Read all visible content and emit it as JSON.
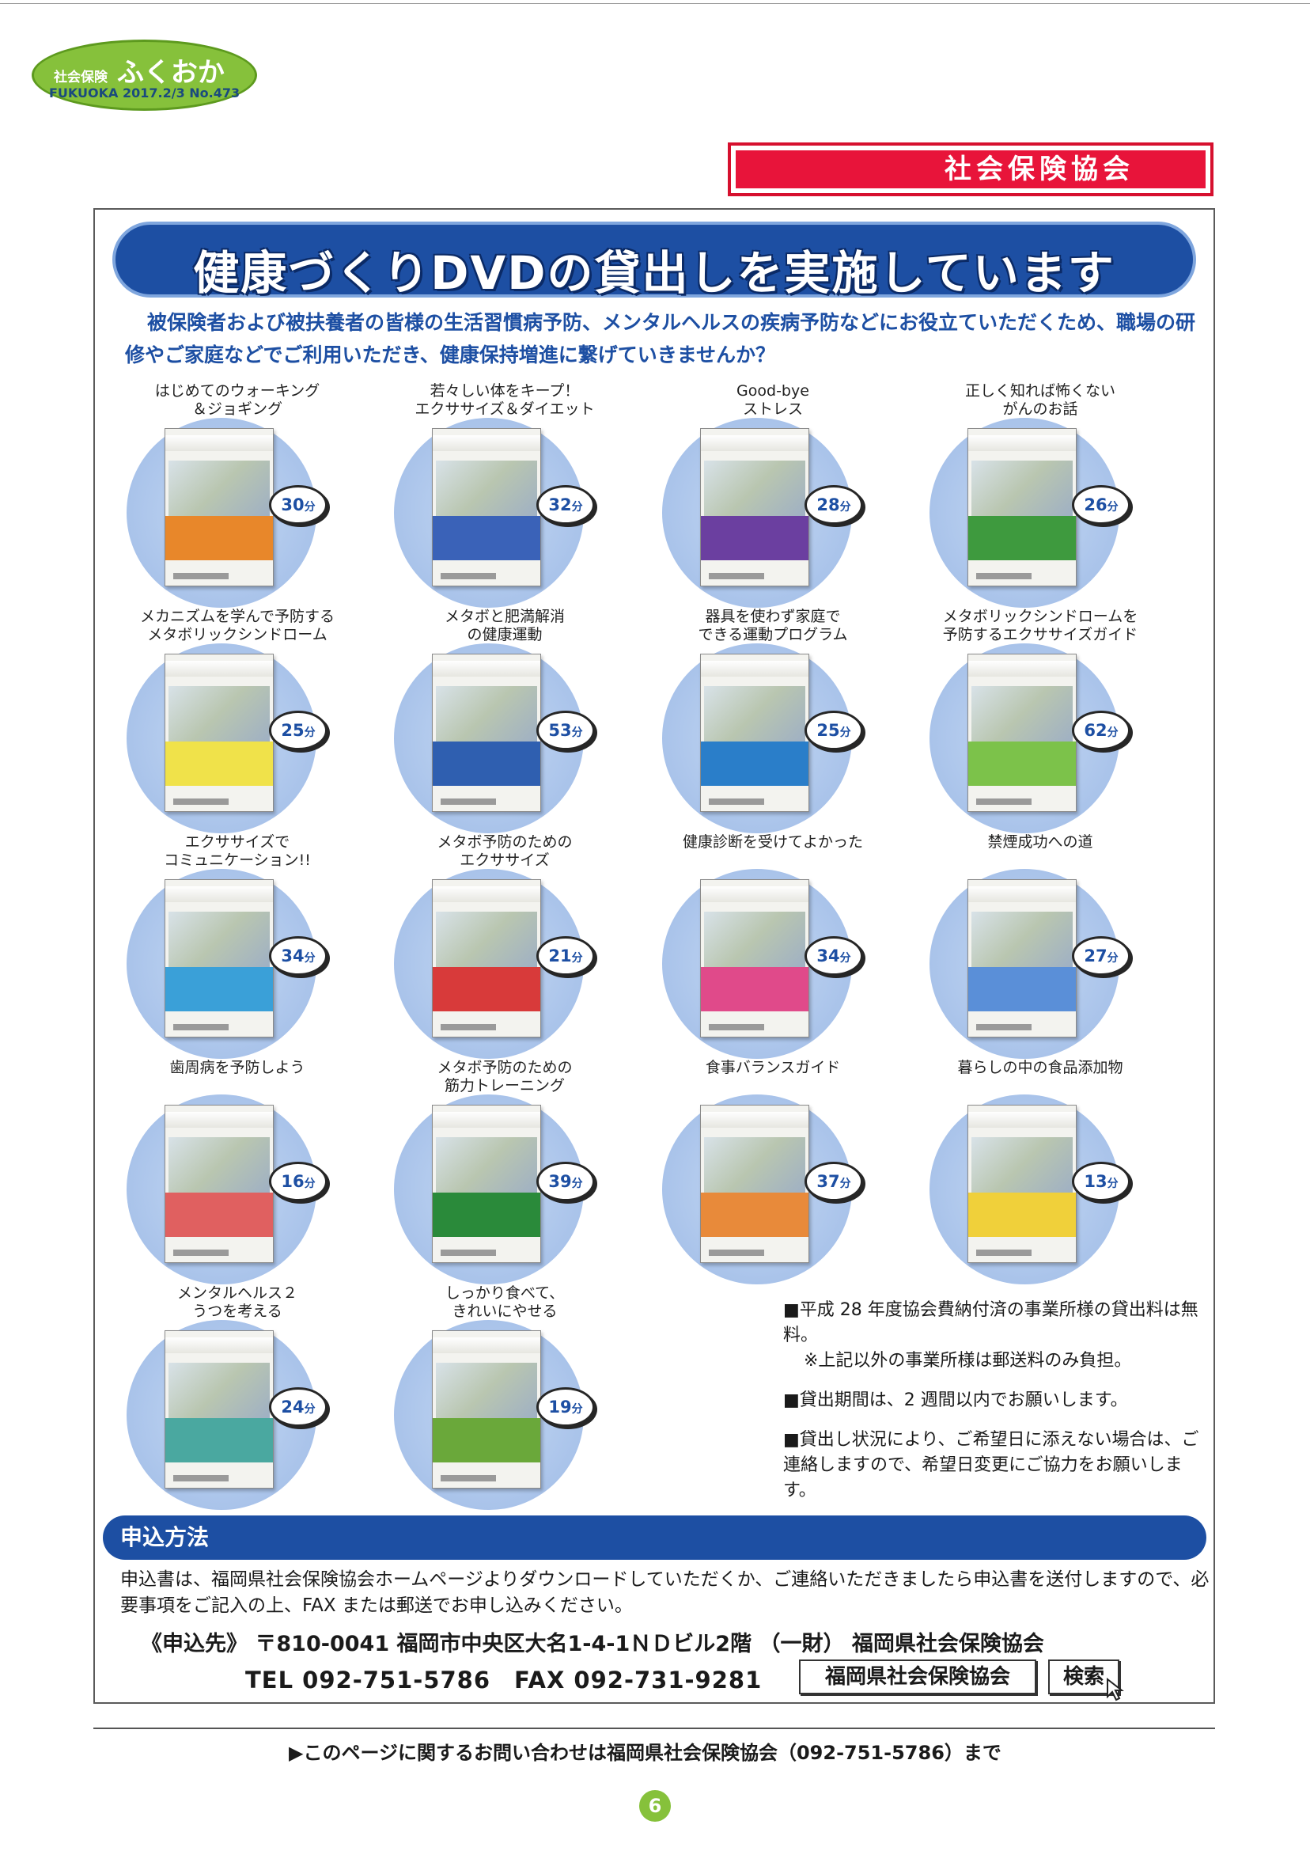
{
  "masthead": {
    "series": "社会保険",
    "title": "ふくおか",
    "issue": "FUKUOKA 2017.2/3 No.473"
  },
  "section_tab": "社会保険協会",
  "banner": "健康づくりDVDの貸出しを実施しています",
  "intro": "被保険者および被扶養者の皆様の生活習慣病予防、メンタルヘルスの疾病予防などにお役立ていただくため、職場の研修やご家庭などでご利用いただき、健康保持増進に繋げていきませんか？",
  "minute_unit": "分",
  "dvds": [
    {
      "title": "はじめてのウォーキング\n＆ジョギング",
      "minutes": "30",
      "color": "#e8872a"
    },
    {
      "title": "若々しい体をキープ！\nエクササイズ＆ダイエット",
      "minutes": "32",
      "color": "#3a62b8"
    },
    {
      "title": "Good-bye\nストレス",
      "minutes": "28",
      "color": "#6b3fa0"
    },
    {
      "title": "正しく知れば怖くない\nがんのお話",
      "minutes": "26",
      "color": "#3e9a3e"
    },
    {
      "title": "メカニズムを学んで予防する\nメタボリックシンドローム",
      "minutes": "25",
      "color": "#f0e24a"
    },
    {
      "title": "メタボと肥満解消\nの健康運動",
      "minutes": "53",
      "color": "#2f5fb0"
    },
    {
      "title": "器具を使わず家庭で\nできる運動プログラム",
      "minutes": "25",
      "color": "#2a7ec9"
    },
    {
      "title": "メタボリックシンドロームを\n予防するエクササイズガイド",
      "minutes": "62",
      "color": "#7cc24a"
    },
    {
      "title": "エクササイズで\nコミュニケーション!!",
      "minutes": "34",
      "color": "#3aa0d8"
    },
    {
      "title": "メタボ予防のための\nエクササイズ",
      "minutes": "21",
      "color": "#d83a3a"
    },
    {
      "title": "健康診断を受けてよかった",
      "minutes": "34",
      "color": "#e04a8a"
    },
    {
      "title": "禁煙成功への道",
      "minutes": "27",
      "color": "#5a8fd8"
    },
    {
      "title": "歯周病を予防しよう",
      "minutes": "16",
      "color": "#e06060"
    },
    {
      "title": "メタボ予防のための\n筋力トレーニング",
      "minutes": "39",
      "color": "#2a8a3a"
    },
    {
      "title": "食事バランスガイド",
      "minutes": "37",
      "color": "#e88a3a"
    },
    {
      "title": "暮らしの中の食品添加物",
      "minutes": "13",
      "color": "#f0d03a"
    },
    {
      "title": "メンタルヘルス２\nうつを考える",
      "minutes": "24",
      "color": "#4aa8a0"
    },
    {
      "title": "しっかり食べて、\nきれいにやせる",
      "minutes": "19",
      "color": "#6aa83a"
    }
  ],
  "notes": {
    "fee": "■平成 28 年度協会費納付済の事業所様の貸出料は無料。",
    "fee_sub": "※上記以外の事業所様は郵送料のみ負担。",
    "period": "■貸出期間は、2 週間以内でお願いします。",
    "availability": "■貸出し状況により、ご希望日に添えない場合は、ご連絡しますので、希望日変更にご協力をお願いします。"
  },
  "apply": {
    "heading": "申込方法",
    "body": "申込書は、福岡県社会保険協会ホームページよりダウンロードしていただくか、ご連絡いただきましたら申込書を送付しますので、必要事項をご記入の上、FAX または郵送でお申し込みください。",
    "address": "《申込先》 〒810-0041 福岡市中央区大名1-4-1ＮＤビル2階 （一財） 福岡県社会保険協会",
    "tel": "TEL 092-751-5786　FAX 092-731-9281",
    "search_box": "福岡県社会保険協会",
    "search_button": "検索"
  },
  "contact": "▶このページに関するお問い合わせは福岡県社会保険協会（092-751-5786）まで",
  "page_number": "6",
  "colors": {
    "brand_blue": "#1d4fa3",
    "accent_red": "#e8143a",
    "masthead_green": "#86c13b"
  }
}
